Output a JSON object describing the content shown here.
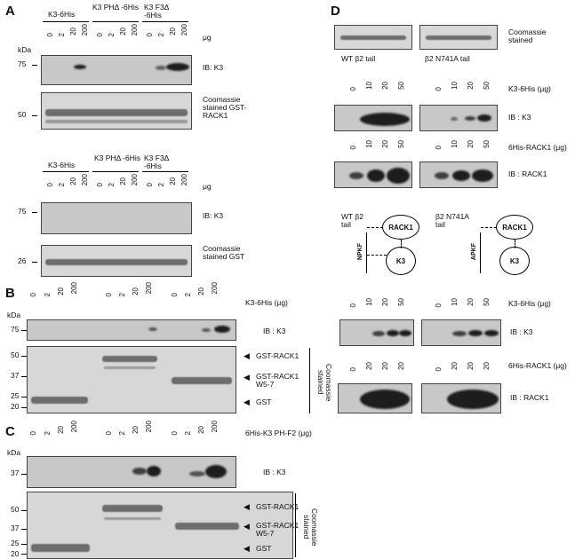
{
  "panels": {
    "a": "A",
    "b": "B",
    "c": "C",
    "d": "D"
  },
  "a": {
    "groups_top": [
      "K3-6His",
      "K3 PHΔ -6His",
      "K3 F3Δ -6His"
    ],
    "groups_bottom": [
      "K3-6His",
      "K3 PHΔ -6His",
      "K3 F3Δ -6His"
    ],
    "lanes": [
      "0",
      "2",
      "20",
      "200"
    ],
    "unit": "μg",
    "kda": "kDa",
    "mw_top": "75",
    "mw_gel": "50",
    "mw_bottom": "75",
    "mw_gel2": "26",
    "ib_label": "IB: K3",
    "coomassie_top": "Coomassie stained GST-RACK1",
    "coomassie_bottom": "Coomassie stained GST"
  },
  "b": {
    "lanes": [
      "0",
      "2",
      "20",
      "200"
    ],
    "treatment": "K3-6His (μg)",
    "kda": "kDa",
    "mw": [
      "75",
      "50",
      "37",
      "25",
      "20"
    ],
    "ib_label": "IB : K3",
    "markers": [
      "GST-RACK1",
      "GST-RACK1 W5-7",
      "GST"
    ],
    "side": "Coomassie stained"
  },
  "c": {
    "lanes": [
      "0",
      "2",
      "20",
      "200"
    ],
    "treatment": "6His-K3 PH-F2 (μg)",
    "kda": "kDa",
    "mw": [
      "37",
      "50",
      "37",
      "25",
      "20"
    ],
    "ib_label": "IB : K3",
    "markers": [
      "GST-RACK1",
      "GST-RACK1 W5-7",
      "GST"
    ],
    "side": "Coomassie stained"
  },
  "d": {
    "coomassie": "Coomassie stained",
    "tails": [
      "WT β2 tail",
      "β2 N741A tail"
    ],
    "lanes1": [
      "0",
      "10",
      "20",
      "50"
    ],
    "treatment1": "K3-6His (μg)",
    "ib1": "IB : K3",
    "lanes2": [
      "0",
      "10",
      "20",
      "50"
    ],
    "treatment2": "6His-RACK1 (μg)",
    "ib2": "IB : RACK1",
    "schema": {
      "wt_label": "WT β2 tail",
      "mut_label": "β2 N741A tail",
      "rack1": "RACK1",
      "k3": "K3",
      "wt_motif": "NPKF",
      "mut_motif": "APKF"
    },
    "lanes3": [
      "0",
      "10",
      "20",
      "50"
    ],
    "treatment3": "K3-6His (μg)",
    "ib3": "IB : K3",
    "lanes4": [
      "0",
      "20",
      "20",
      "20"
    ],
    "treatment4": "6His-RACK1 (μg)",
    "ib4": "IB : RACK1"
  }
}
